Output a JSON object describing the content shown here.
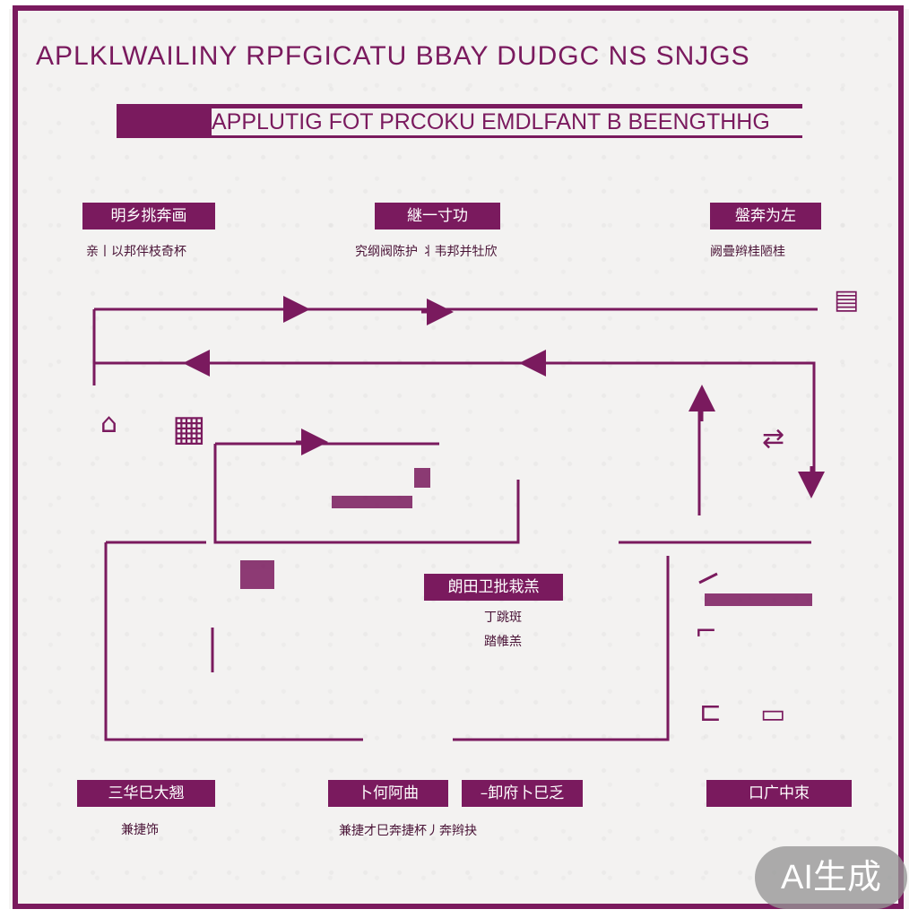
{
  "header": {
    "title": "APLKLWAILINY RPFGICATU BBAY  DUDGC NS SNJGS",
    "banner": "APPLUTIG FOT PRCOKU EMDLFANT B BEENGTHHG"
  },
  "labels": {
    "top_left": {
      "tag": "明乡挑奔画",
      "note": "亲丨以邦伴枝奇杯"
    },
    "top_center": {
      "tag": "継一寸功",
      "note": "究纲阀陈护 丬韦邦并牡欣"
    },
    "top_right": {
      "tag": "盤奔为左",
      "note": "阙疊辫桂陋桂"
    },
    "center": {
      "tag": "朗田卫批栽羔",
      "note_1": "丁跳斑",
      "note_2": "踏帷羔"
    },
    "bottom_left": {
      "tag": "三华巳大翘",
      "note": "兼捷饰"
    },
    "bottom_center_a": {
      "tag": "卜何阿曲",
      "note": "兼捷才巳奔捷杯丿奔辫抉"
    },
    "bottom_center_b": {
      "tag": "–卸府卜巳乏"
    },
    "bottom_right": {
      "tag": "口广中朿"
    }
  },
  "badge": {
    "text": "AI生成"
  },
  "colors": {
    "accent": "#7a1a5e",
    "background": "#f3f2f1",
    "badge": "#969696"
  },
  "icons": [
    "house-icon",
    "building-icon",
    "arrow-return-icon",
    "grid-icon",
    "stairs-icon",
    "bracket-icon",
    "document-icon"
  ]
}
